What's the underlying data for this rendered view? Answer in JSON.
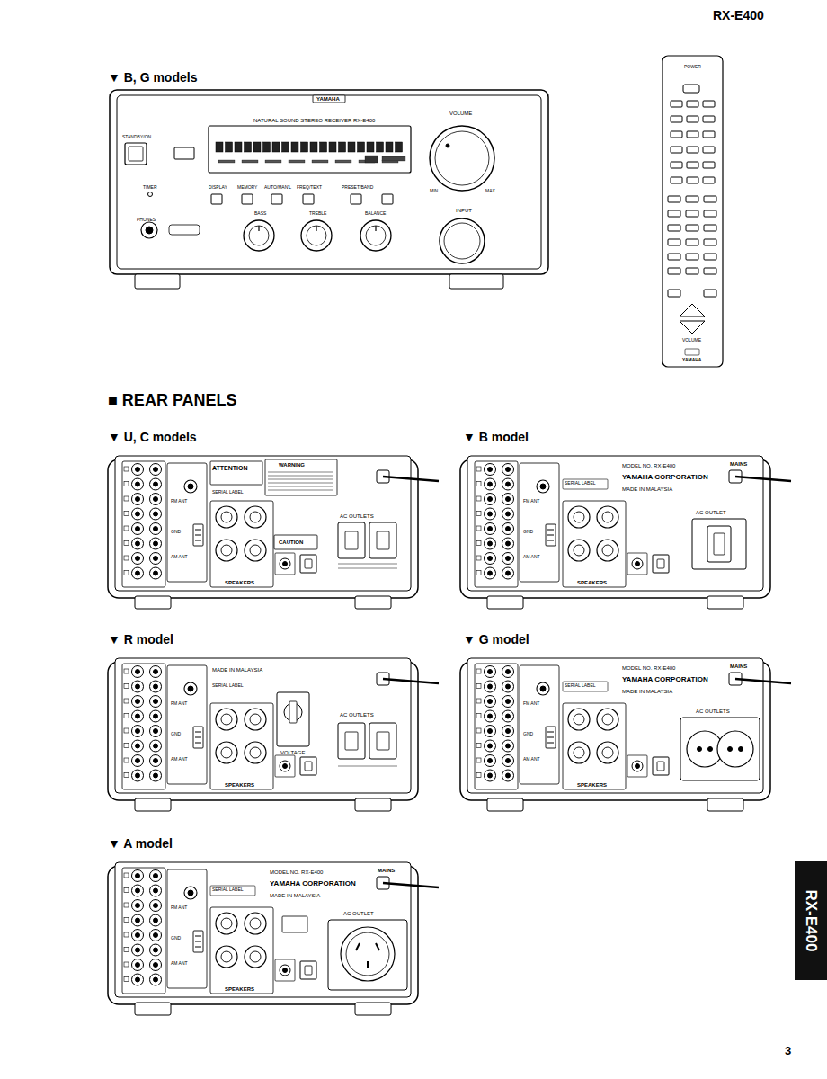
{
  "diagram": {
    "nodes": [
      {
        "text": [
          "RX-E400"
        ]
      }
    ],
    "labels": [
      "RX-E400",
      "▼ B, G models",
      "YAMAHA",
      "NATURAL SOUND STEREO RECEIVER RX-E400",
      "VOLUME",
      "STANDBY/ON",
      "TIMER",
      "PHONES",
      "DISPLAY",
      "MEMORY",
      "AUTO/MAN'L",
      "FREQ/TEXT",
      "PRESET/BAND",
      "BASS",
      "TREBLE",
      "BALANCE",
      "INPUT",
      "MIN",
      "MAX",
      "POWER",
      "VOLUME",
      "YAMAHA",
      "■ REAR PANELS",
      "▼ U, C models",
      "▼ B model",
      "▼ R model",
      "▼ G model",
      "▼ A model",
      "3",
      "FM ANT",
      "AM ANT",
      "GND",
      "SPEAKERS",
      "SERIAL LABEL",
      "ATTENTION",
      "WARNING",
      "CAUTION",
      "AC OUTLETS",
      "FM ANT",
      "AM ANT",
      "GND",
      "SPEAKERS",
      "SERIAL LABEL",
      "MODEL NO. RX-E400",
      "YAMAHA CORPORATION",
      "MADE IN MALAYSIA",
      "MAINS",
      "AC OUTLET",
      "FM ANT",
      "AM ANT",
      "GND",
      "SPEAKERS",
      "SERIAL LABEL",
      "MADE IN MALAYSIA",
      "VOLTAGE",
      "AC OUTLETS",
      "FM ANT",
      "AM ANT",
      "GND",
      "SPEAKERS",
      "SERIAL LABEL",
      "MODEL NO. RX-E400",
      "YAMAHA CORPORATION",
      "MADE IN MALAYSIA",
      "MAINS",
      "AC OUTLETS",
      "FM ANT",
      "AM ANT",
      "GND",
      "SPEAKERS",
      "SERIAL LABEL",
      "MODEL NO. RX-E400",
      "YAMAHA CORPORATION",
      "MADE IN MALAYSIA",
      "MAINS",
      "AC OUTLET"
    ]
  }
}
